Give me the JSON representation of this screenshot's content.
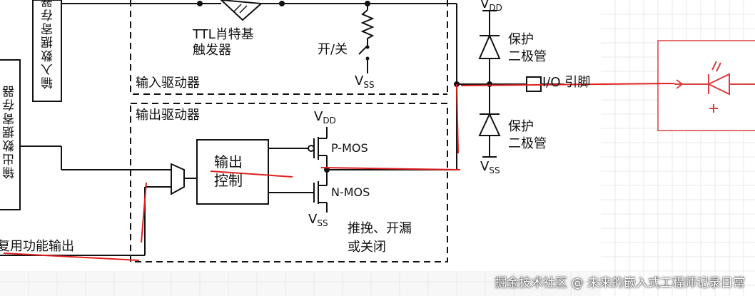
{
  "labels": {
    "ttl_trigger": "TTL肖特基\n触发器",
    "switch": "开/关",
    "vss": "V",
    "vss_sub": "SS",
    "vdd": "V",
    "vdd_sub": "DD",
    "input_driver": "输入驱动器",
    "output_driver": "输出驱动器",
    "output_control": "输出\n控制",
    "pmos": "P-MOS",
    "nmos": "N-MOS",
    "protect_diode": "保护\n二极管",
    "io_pin": "I/O 引脚",
    "push_pull": "推挽、开漏\n或关闭",
    "alt_output": "复用功能输出",
    "input_data_reg": "输入数据寄存器",
    "output_data_reg": "输出数据寄存器"
  },
  "watermark": "掘金技术社区 @ 未来的嵌入式工程师记录日常",
  "colors": {
    "line": "#111111",
    "annotation": "#e02020",
    "grid": "#e8e8e8"
  }
}
